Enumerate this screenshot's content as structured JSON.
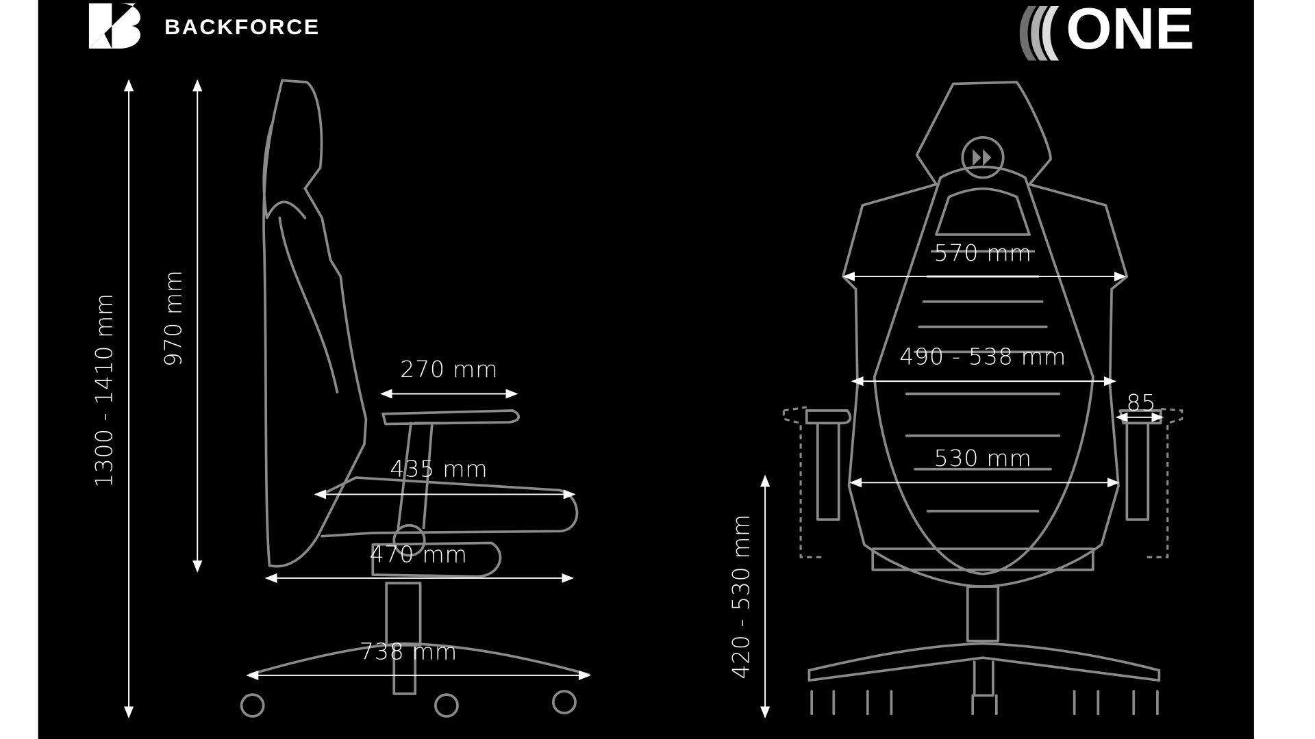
{
  "brand": {
    "name": "BACKFORCE"
  },
  "product": {
    "prefix_marks": "(((",
    "name": "ONE"
  },
  "colors": {
    "background": "#000000",
    "outline": "#8a8a8a",
    "dimension": "#ffffff"
  },
  "side_view": {
    "total_height": "1300 - 1410 mm",
    "back_height": "970 mm",
    "armrest_width": "270  mm",
    "seat_depth": "435  mm",
    "chair_depth": "470  mm",
    "base_diameter": "738  mm"
  },
  "front_view": {
    "shoulder_width": "570  mm",
    "back_width": "490 - 538  mm",
    "seat_width": "530  mm",
    "armrest_shift": "85",
    "seat_height": "420 - 530  mm"
  }
}
